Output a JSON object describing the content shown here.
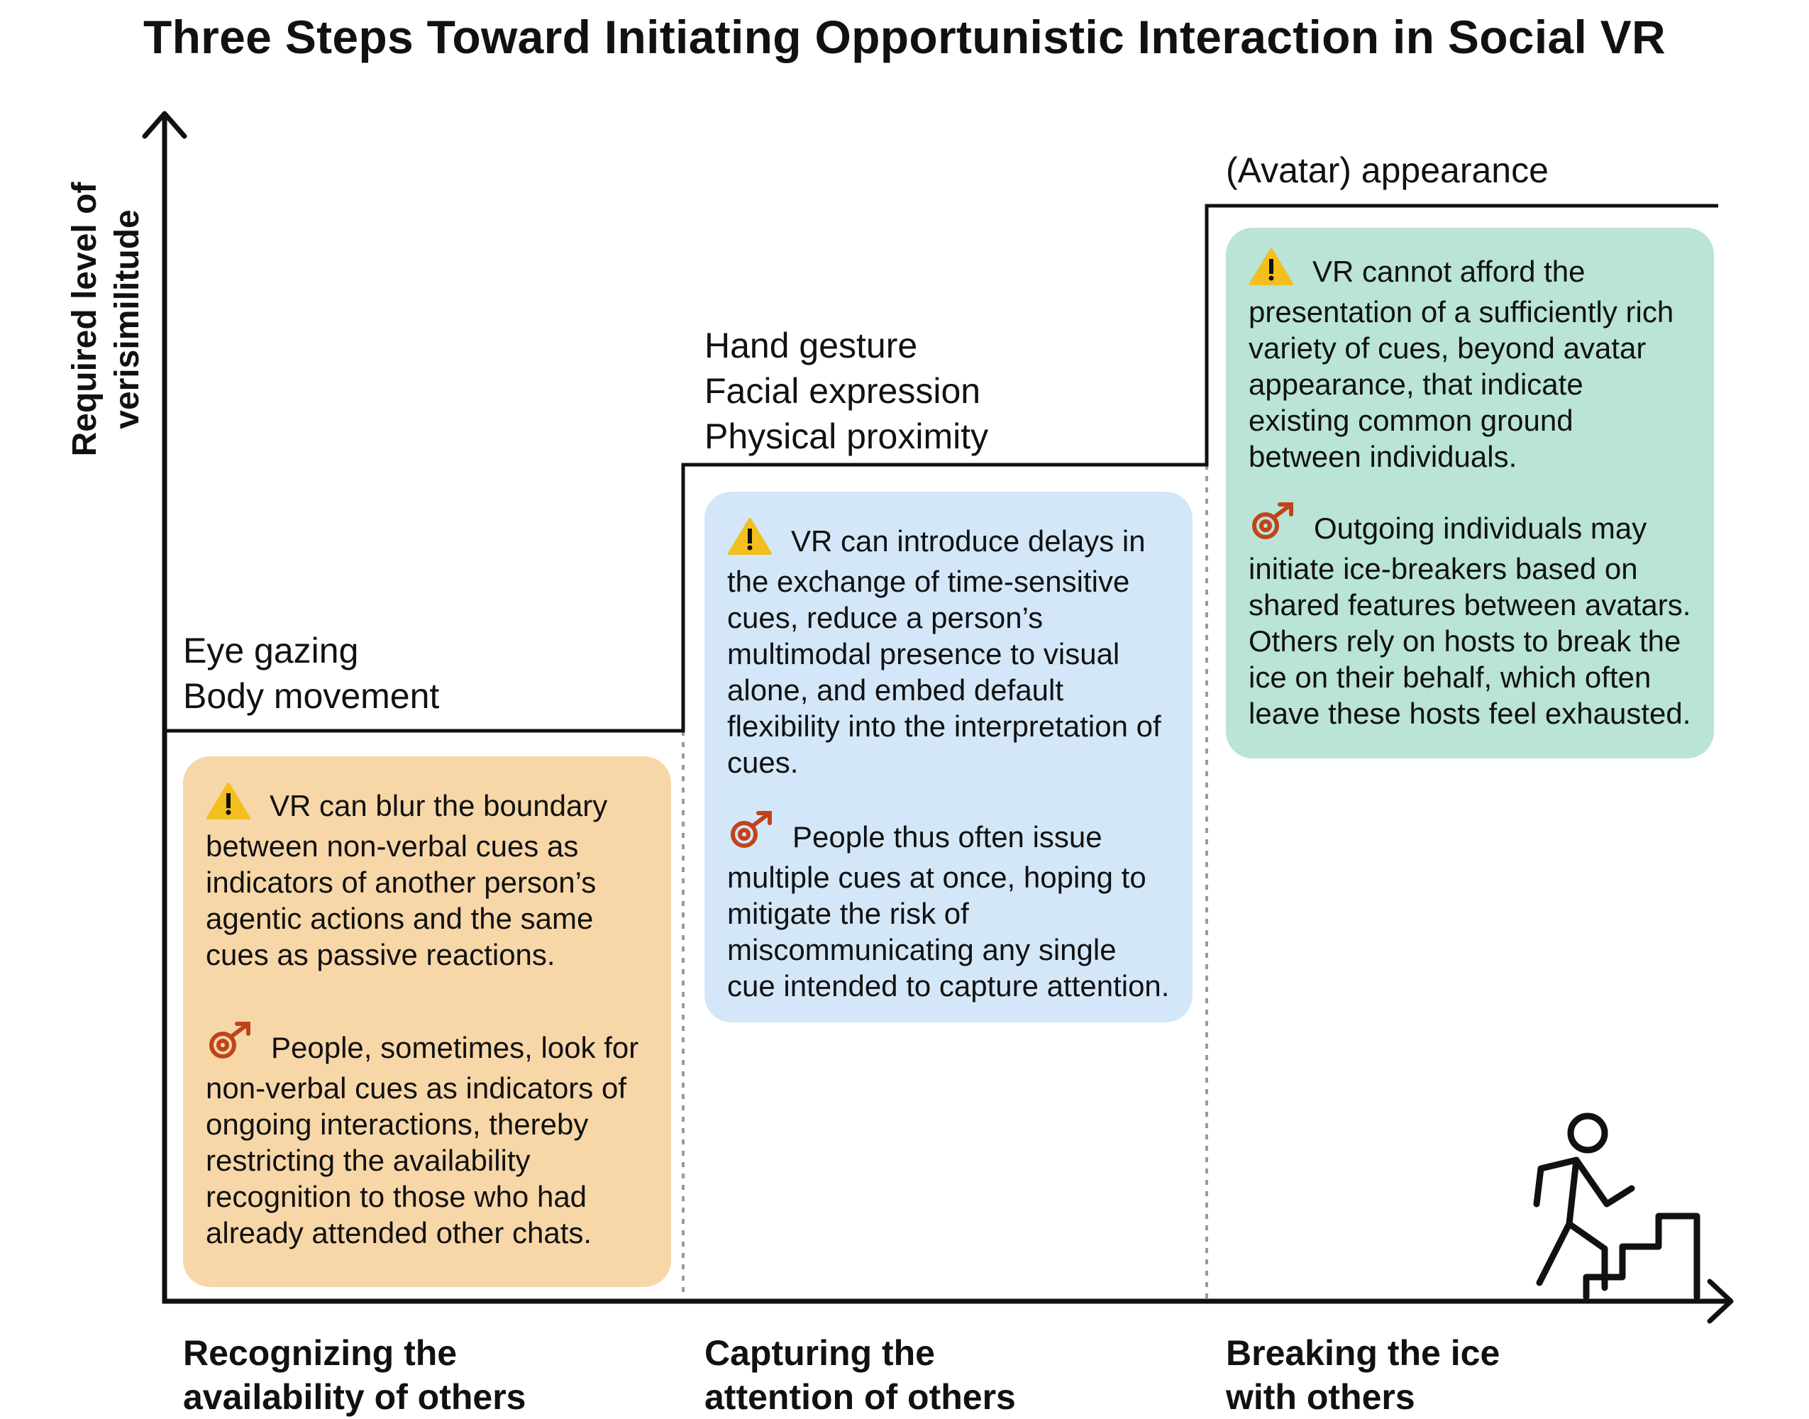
{
  "title": "Three Steps Toward Initiating Opportunistic Interaction in Social VR",
  "y_axis_label": [
    "Required level of",
    "verisimilitude"
  ],
  "steps": [
    {
      "label": [
        "Recognizing the",
        "availability of others"
      ],
      "cues": [
        "Eye gazing",
        "Body movement"
      ],
      "warning": "VR can blur the boundary between non-verbal cues as indicators of another person’s agentic actions and the same cues as passive reactions.",
      "strategy": "People, sometimes, look for non-verbal cues as indicators of ongoing interactions, thereby restricting the availability recognition to those who had already attended other chats.",
      "color": "#f7d7a8"
    },
    {
      "label": [
        "Capturing the",
        "attention of others"
      ],
      "cues": [
        "Hand gesture",
        "Facial expression",
        "Physical proximity"
      ],
      "warning": "VR can introduce delays in the exchange of time-sensitive cues, reduce a person’s multimodal presence to visual alone, and embed default flexibility into the interpretation of cues.",
      "strategy": "People thus often issue multiple cues at once, hoping to mitigate the risk of miscommunicating any single cue intended to capture attention.",
      "color": "#d3e7f8"
    },
    {
      "label": [
        "Breaking the ice",
        "with others"
      ],
      "cues": [
        "(Avatar) appearance"
      ],
      "warning": "VR cannot afford the presentation of a sufficiently rich variety of cues, beyond avatar appearance, that indicate existing common ground between individuals.",
      "strategy": "Outgoing individuals may initiate ice-breakers based on shared features between avatars. Others rely on hosts to break the ice on their behalf, which often leave these hosts feel exhausted.",
      "color": "#b9e4d6"
    }
  ],
  "icons": {
    "warning": "warning-triangle-icon",
    "strategy": "male-symbol-strategy-icon",
    "climber": "person-climbing-stairs-icon"
  },
  "colors": {
    "axis": "#111111",
    "warning_fill": "#f2bf1e",
    "strategy_icon": "#c0441b",
    "divider": "#9a9a9a"
  }
}
